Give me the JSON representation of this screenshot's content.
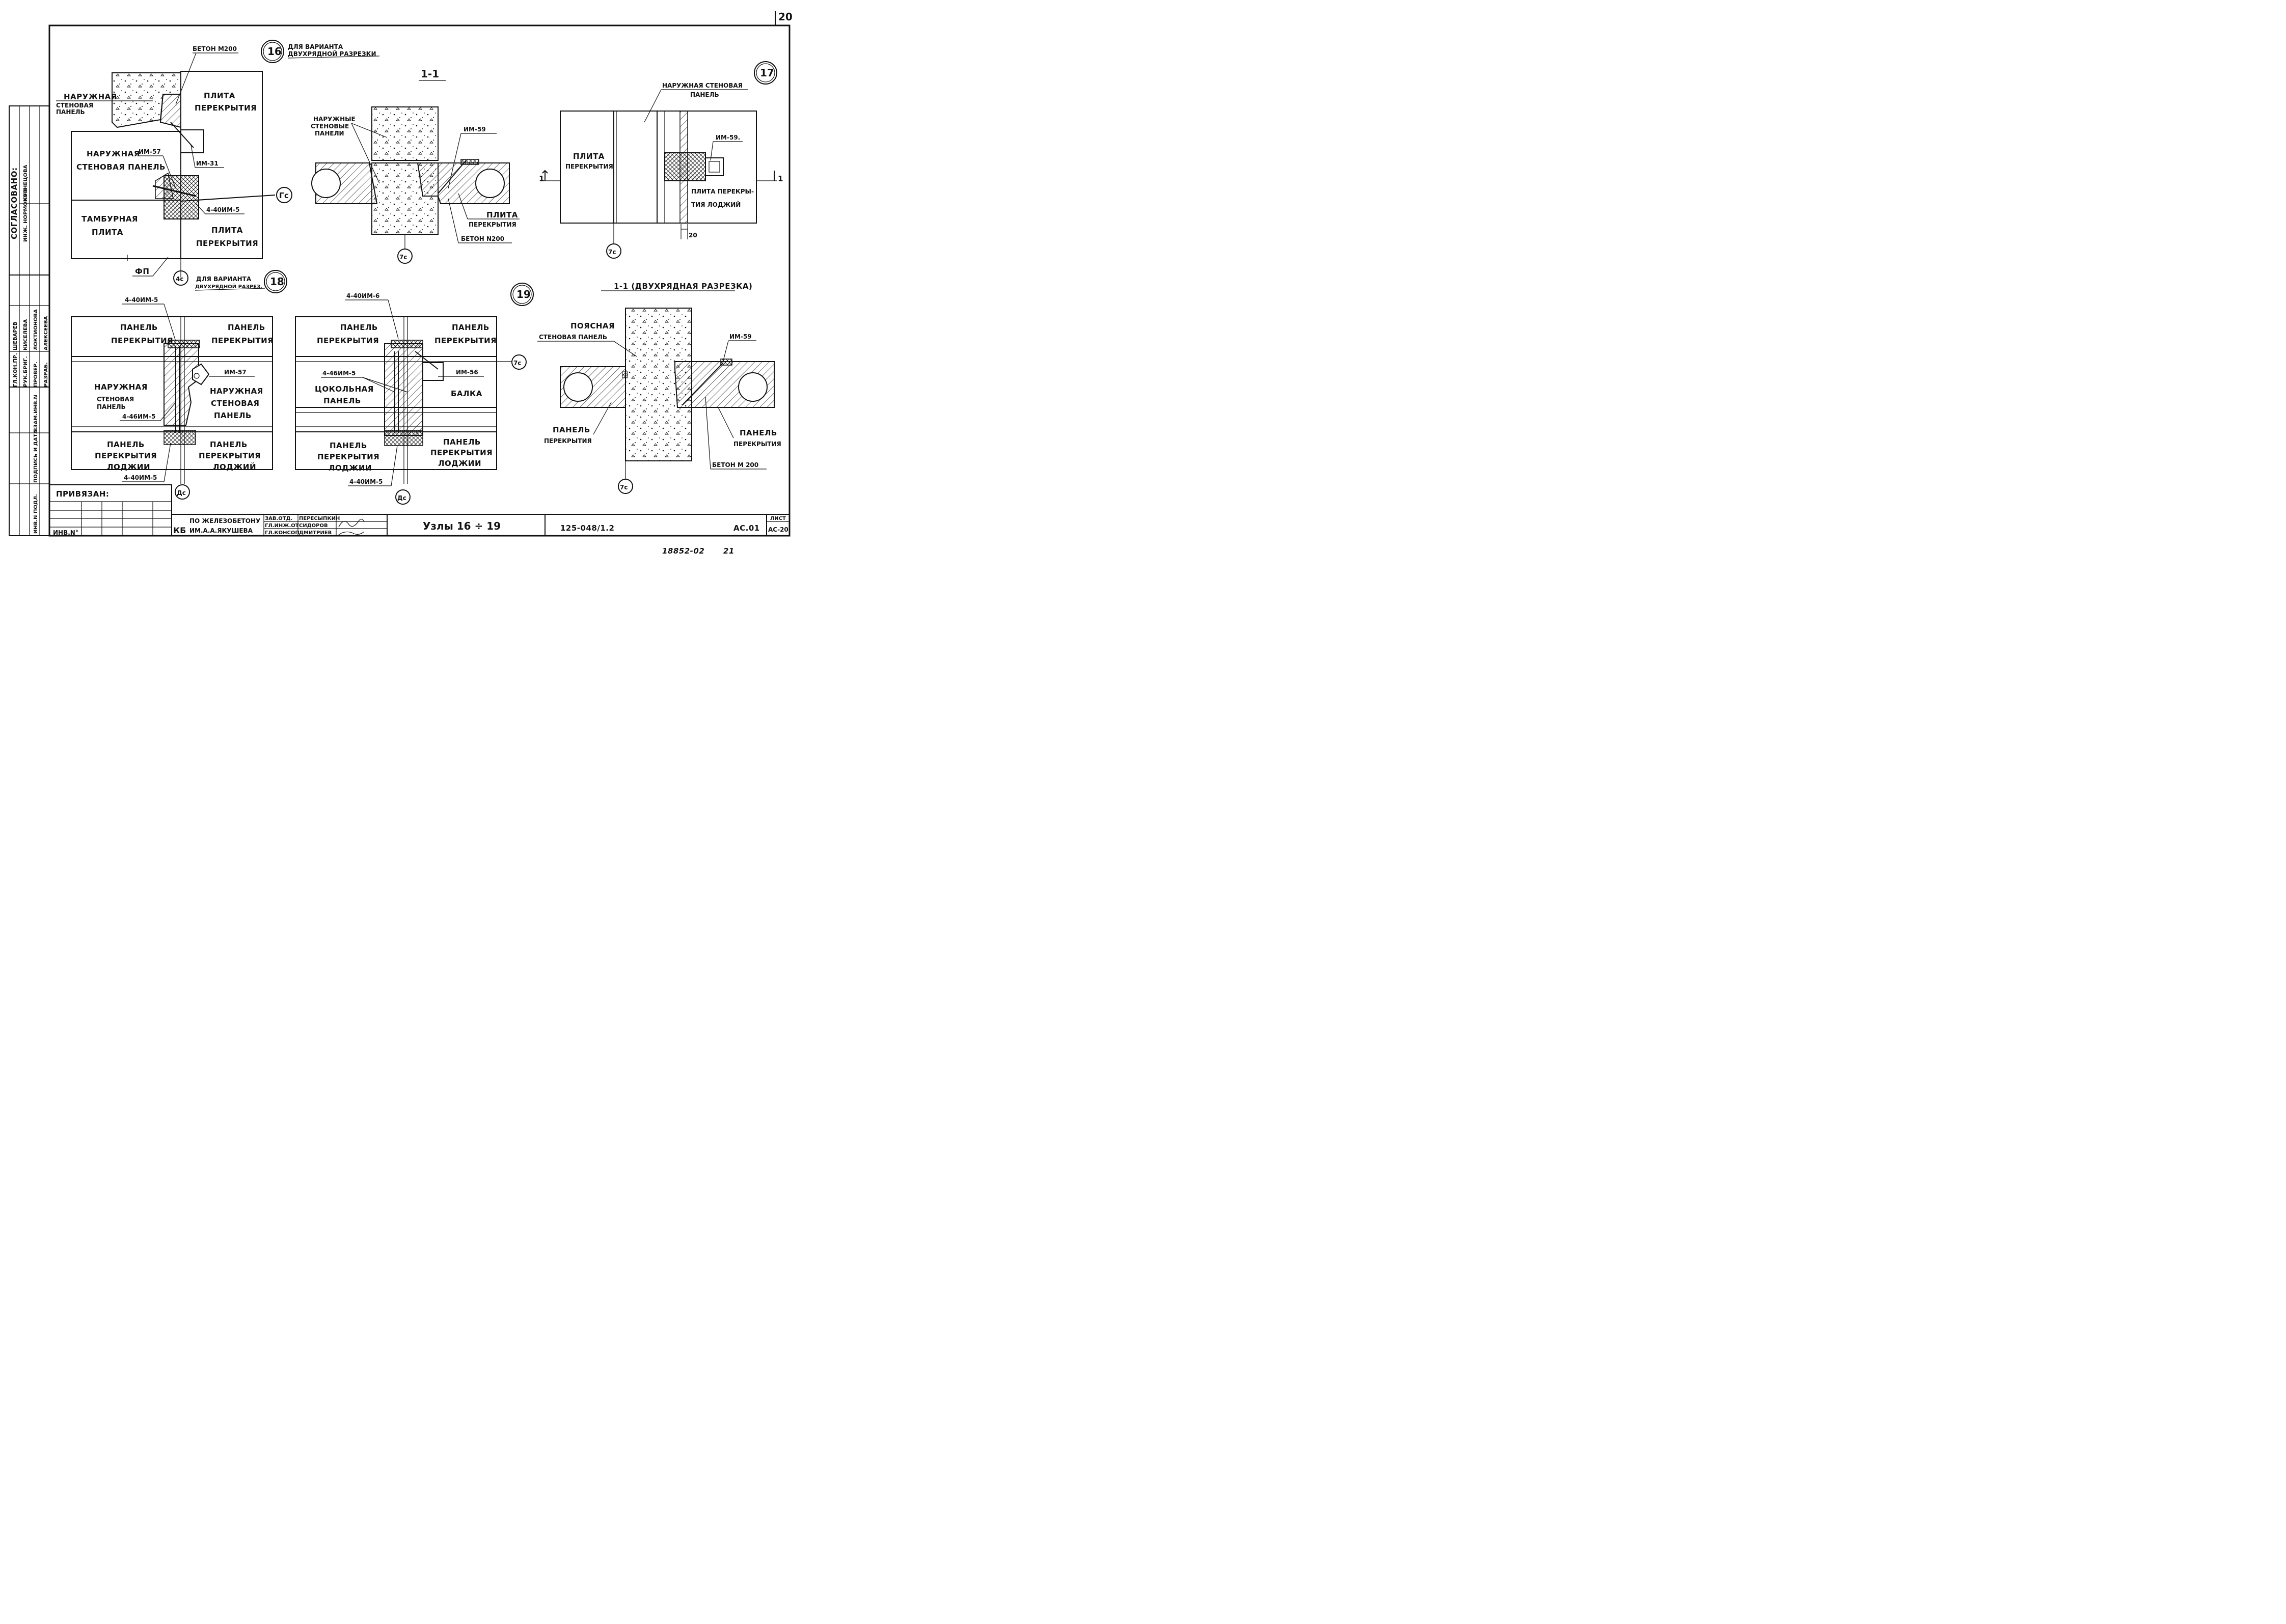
{
  "sheet": {
    "corner_number": "20",
    "footer_stamp": "18852-02",
    "footer_num": "21"
  },
  "side_strip": {
    "agreed": "СОГЛАСОВАНО:",
    "inzh_norm": "ИНЖ. НОРМОКОН",
    "kuznetsova": "КУЗНЕЦОВА",
    "gl_kon_pr": "ГЛ.КОН.ПР.",
    "shevarev": "ШЕВАРЕВ",
    "ruk_brig": "РУК.БРИГ.",
    "kiseleva": "КИСЕЛЕВА",
    "prover": "ПРОВЕР.",
    "loktionova": "ЛОКТИОНОВА",
    "razrab": "РАЗРАБ.",
    "alekseeva": "АЛЕКСЕЕВА",
    "vzam_inv": "ВЗАМ.ИНВ.N",
    "podpis_data": "ПОДПИСЬ И ДАТА",
    "inv_podl": "ИНВ.N ПОДЛ."
  },
  "node16": {
    "number": "16",
    "note1": "ДЛЯ ВАРИАНТА",
    "note2": "ДВУХРЯДНОЙ РАЗРЕЗКИ",
    "beton": "БЕТОН М200",
    "outer1": "НАРУЖНАЯ",
    "outer2": "СТЕНОВАЯ",
    "outer3": "ПАНЕЛЬ",
    "slab1": "ПЛИТА",
    "slab2": "ПЕРЕКРЫТИЯ",
    "wall_panel1": "НАРУЖНАЯ",
    "wall_panel2": "СТЕНОВАЯ ПАНЕЛЬ",
    "im57": "ИМ-57",
    "im31": "ИМ-31",
    "axis_gc": "Гс",
    "bolts": "4-40ИМ-5",
    "tambour1": "ТАМБУРНАЯ",
    "tambour2": "ПЛИТА",
    "slab3": "ПЛИТА",
    "slab4": "ПЕРЕКРЫТИЯ",
    "fp": "ФП",
    "axis_4c": "4с"
  },
  "section11": {
    "title": "1-1",
    "outer1": "НАРУЖНЫЕ",
    "outer2": "СТЕНОВЫЕ",
    "outer3": "ПАНЕЛИ",
    "im59": "ИМ-59",
    "slab1": "ПЛИТА",
    "slab2": "ПЕРЕКРЫТИЯ",
    "beton": "БЕТОН N200",
    "axis_7c": "7с"
  },
  "node17": {
    "number": "17",
    "outer1": "НАРУЖНАЯ СТЕНОВАЯ",
    "outer2": "ПАНЕЛЬ",
    "slab1": "ПЛИТА",
    "slab2": "ПЕРЕКРЫТИЯ",
    "im59": "ИМ-59.",
    "cut_left": "1",
    "cut_right": "1",
    "loggia1": "ПЛИТА ПЕРЕКРЫ-",
    "loggia2": "ТИЯ ЛОДЖИЙ",
    "dim20": "20",
    "axis_7c": "7с"
  },
  "node18": {
    "number": "18",
    "note1": "ДЛЯ ВАРИАНТА",
    "note2": "ДВУХРЯДНОЙ РАЗРЕЗ.",
    "bolts_top": "4-40ИМ-5",
    "panel_l1": "ПАНЕЛЬ",
    "panel_l2": "ПЕРЕКРЫТИЯ",
    "panel_r1": "ПАНЕЛЬ",
    "panel_r2": "ПЕРЕКРЫТИЯ",
    "im57": "ИМ-57",
    "outer_l1": "НАРУЖНАЯ",
    "outer_l2": "СТЕНОВАЯ",
    "outer_l3": "ПАНЕЛЬ",
    "outer_r1": "НАРУЖНАЯ",
    "outer_r2": "СТЕНОВАЯ",
    "outer_r3": "ПАНЕЛЬ",
    "bolts_mid": "4-46ИМ-5",
    "loggia_l1": "ПАНЕЛЬ",
    "loggia_l2": "ПЕРЕКРЫТИЯ",
    "loggia_l3": "ЛОДЖИИ",
    "loggia_r1": "ПАНЕЛЬ",
    "loggia_r2": "ПЕРЕКРЫТИЯ",
    "loggia_r3": "ЛОДЖИЙ",
    "bolts_bot": "4-40ИМ-5",
    "axis_dc": "Дс"
  },
  "node19": {
    "number": "19",
    "bolts_top": "4-40ИМ-6",
    "panel_l1": "ПАНЕЛЬ",
    "panel_l2": "ПЕРЕКРЫТИЯ",
    "panel_r1": "ПАНЕЛЬ",
    "panel_r2": "ПЕРЕКРЫТИЯ",
    "axis_7c": "7с",
    "bolts_mid": "4-46ИМ-5",
    "im56": "ИМ-56",
    "socle1": "ЦОКОЛЬНАЯ",
    "socle2": "ПАНЕЛЬ",
    "beam": "БАЛКА",
    "loggia_l1": "ПАНЕЛЬ",
    "loggia_l2": "ПЕРЕКРЫТИЯ",
    "loggia_l3": "ЛОДЖИИ",
    "loggia_r1": "ПАНЕЛЬ",
    "loggia_r2": "ПЕРЕКРЫТИЯ",
    "loggia_r3": "ЛОДЖИИ",
    "bolts_bot": "4-40ИМ-5",
    "axis_dc": "Дс"
  },
  "section11b": {
    "title": "1-1 (ДВУХРЯДНАЯ РАЗРЕЗКА)",
    "belt1": "ПОЯСНАЯ",
    "belt2": "СТЕНОВАЯ ПАНЕЛЬ",
    "im59": "ИМ-59",
    "panel_l1": "ПАНЕЛЬ",
    "panel_l2": "ПЕРЕКРЫТИЯ",
    "panel_r1": "ПАНЕЛЬ",
    "panel_r2": "ПЕРЕКРЫТИЯ",
    "beton": "БЕТОН М 200",
    "axis_7c": "7с"
  },
  "title_block": {
    "privyazan": "ПРИВЯЗАН:",
    "inv_no": "ИНВ.N°",
    "org_logo": "КБ",
    "org1": "ПО ЖЕЛЕЗОБЕТОНУ",
    "org2": "ИМ.А.А.ЯКУШЕВА",
    "role1": "ЗАВ.ОТД.",
    "name1": "ПЕРЕСЫПКИН",
    "role2": "ГЛ.ИНЖ.ОТ",
    "name2": "СИДОРОВ",
    "role3": "ГЛ.КОНСОП",
    "name3": "ДМИТРИЕВ",
    "sheet_title": "Узлы 16 ÷ 19",
    "project_code": "125-048/1.2",
    "album": "АС.01",
    "sheet_label": "ЛИСТ",
    "sheet_no": "АС-20"
  }
}
